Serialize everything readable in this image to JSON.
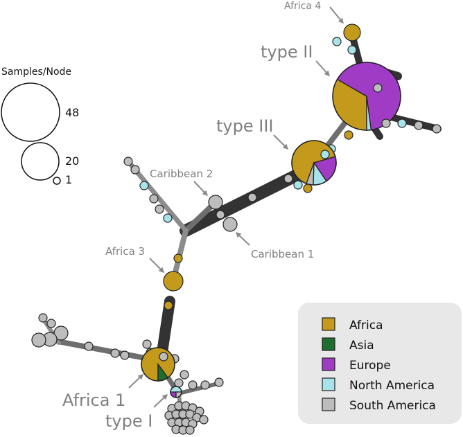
{
  "colors": {
    "Africa": "#c49a1c",
    "Asia": "#1e6e2e",
    "Europe": "#9f3bc4",
    "North America": "#a6e3ea",
    "South America": "#bdbdbd",
    "edge_dark": "#333333",
    "edge_mid": "#6e6e6e",
    "edge_light": "#8c8c8c",
    "label_gray": "#808080",
    "legend_bg": "#e8e8e8"
  },
  "size_key": {
    "title": "Samples/Node",
    "values": [
      "48",
      "20",
      "1"
    ]
  },
  "annotations": {
    "africa4": "Africa 4",
    "type2": "type II",
    "type3": "type III",
    "caribbean2": "Caribbean 2",
    "caribbean1": "Caribbean 1",
    "africa3": "Africa 3",
    "africa1": "Africa 1",
    "type1": "type I"
  },
  "legend": {
    "items": [
      {
        "label": "Africa",
        "color_key": "Africa"
      },
      {
        "label": "Asia",
        "color_key": "Asia"
      },
      {
        "label": "Europe",
        "color_key": "Europe"
      },
      {
        "label": "North America",
        "color_key": "North America"
      },
      {
        "label": "South America",
        "color_key": "South America"
      }
    ]
  },
  "nodes": {
    "type2": {
      "samples": 48,
      "composition": [
        {
          "region": "Africa",
          "count": 16
        },
        {
          "region": "Europe",
          "count": 31
        },
        {
          "region": "North America",
          "count": 1
        }
      ]
    },
    "type3": {
      "samples": 20,
      "composition": [
        {
          "region": "Africa",
          "count": 13
        },
        {
          "region": "Europe",
          "count": 4
        },
        {
          "region": "North America",
          "count": 2
        },
        {
          "region": "South America",
          "count": 1
        }
      ]
    },
    "africa1": {
      "samples": 20,
      "composition": [
        {
          "region": "Africa",
          "count": 18
        },
        {
          "region": "Asia",
          "count": 2
        }
      ]
    },
    "type1": {
      "samples": 4,
      "composition": [
        {
          "region": "Europe",
          "count": 1
        },
        {
          "region": "North America",
          "count": 2
        },
        {
          "region": "South America",
          "count": 1
        }
      ]
    }
  }
}
